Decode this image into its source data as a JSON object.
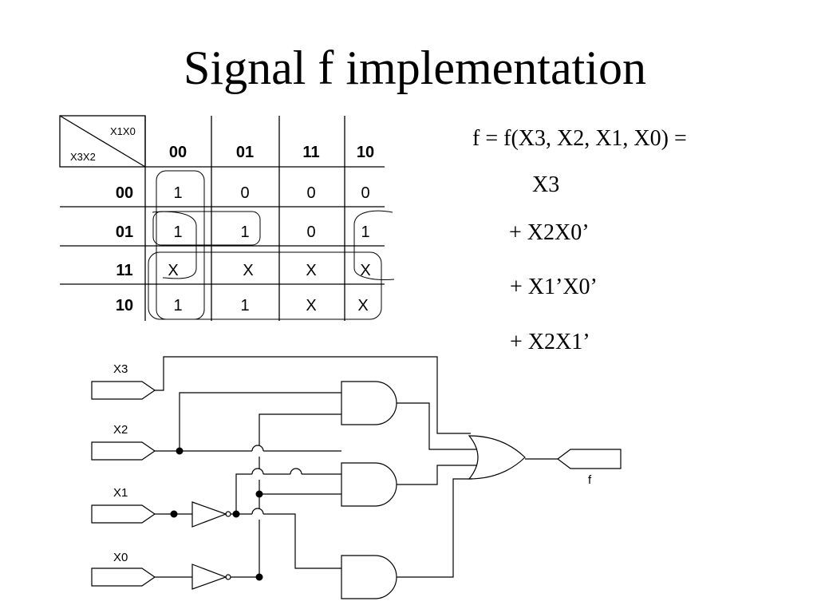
{
  "slide": {
    "title": "Signal f implementation"
  },
  "kmap": {
    "col_var_label": "X1X0",
    "row_var_label": "X3X2",
    "col_headers": [
      "00",
      "01",
      "11",
      "10"
    ],
    "row_headers": [
      "00",
      "01",
      "11",
      "10"
    ],
    "cells": [
      [
        "1",
        "0",
        "0",
        "0"
      ],
      [
        "1",
        "1",
        "0",
        "1"
      ],
      [
        "X",
        "X",
        "X",
        "X"
      ],
      [
        "1",
        "1",
        "X",
        "X"
      ]
    ]
  },
  "expression": {
    "line1": "f =  f(X3, X2, X1, X0) =",
    "terms": [
      "X3",
      "+ X2X0’",
      "+ X1’X0’",
      "+ X2X1’"
    ]
  },
  "circuit": {
    "inputs": [
      "X3",
      "X2",
      "X1",
      "X0"
    ],
    "output": "f"
  }
}
